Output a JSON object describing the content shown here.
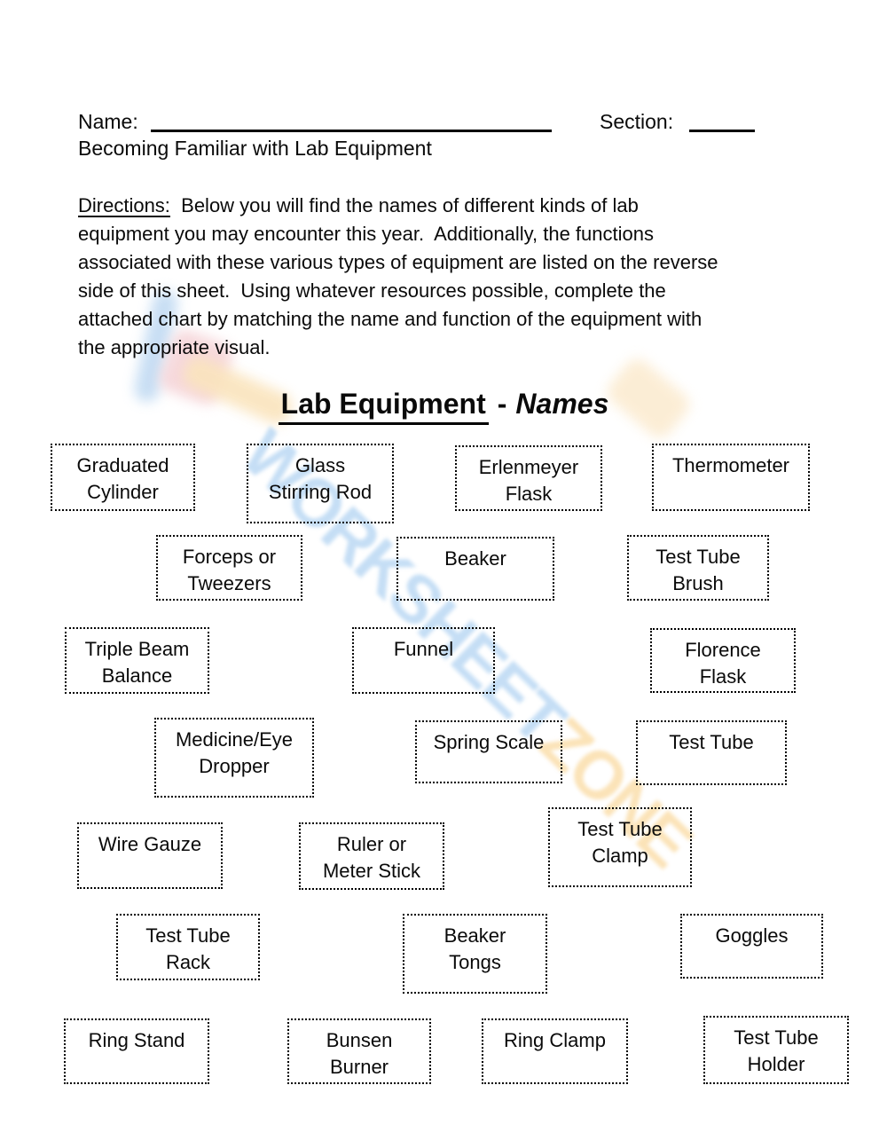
{
  "header": {
    "name_label": "Name:",
    "section_label": "Section:",
    "subtitle": "Becoming Familiar with Lab Equipment"
  },
  "directions": {
    "label": "Directions:",
    "line1": "  Below you will find the names of different kinds of lab",
    "line2": "equipment you may encounter this year.  Additionally, the functions",
    "line3": "associated with these various types of equipment are listed on the reverse",
    "line4": "side of this sheet.  Using whatever resources possible, complete the",
    "line5": "attached chart by matching the name and function of the equipment with",
    "line6": "the appropriate visual."
  },
  "title": {
    "main": "Lab Equipment",
    "separator": "-",
    "accent": "Names"
  },
  "watermark": {
    "text_blue": "WORKSHEET",
    "text_orange": "ZONE",
    "blue_color": "#b7d6f3",
    "orange_color": "#fadeac",
    "logo_blue": "#bad6f1",
    "logo_pink": "#f5d2d6",
    "logo_yellow": "#fae4bd"
  },
  "boxes": [
    {
      "id": "graduated-cylinder",
      "label": "Graduated\nCylinder"
    },
    {
      "id": "glass-stirring-rod",
      "label": "Glass\nStirring Rod"
    },
    {
      "id": "erlenmeyer-flask",
      "label": "Erlenmeyer\nFlask"
    },
    {
      "id": "thermometer",
      "label": "Thermometer"
    },
    {
      "id": "forceps-or-tweezers",
      "label": "Forceps or\nTweezers"
    },
    {
      "id": "beaker",
      "label": "Beaker"
    },
    {
      "id": "test-tube-brush",
      "label": "Test Tube\nBrush"
    },
    {
      "id": "triple-beam-balance",
      "label": "Triple Beam\nBalance"
    },
    {
      "id": "funnel",
      "label": "Funnel"
    },
    {
      "id": "florence-flask",
      "label": "Florence\nFlask"
    },
    {
      "id": "medicine-eye-dropper",
      "label": "Medicine/Eye\nDropper"
    },
    {
      "id": "spring-scale",
      "label": "Spring Scale"
    },
    {
      "id": "test-tube",
      "label": "Test Tube"
    },
    {
      "id": "wire-gauze",
      "label": "Wire Gauze"
    },
    {
      "id": "ruler-or-meter-stick",
      "label": "Ruler or\nMeter Stick"
    },
    {
      "id": "test-tube-clamp",
      "label": "Test Tube\nClamp"
    },
    {
      "id": "test-tube-rack",
      "label": "Test Tube\nRack"
    },
    {
      "id": "beaker-tongs",
      "label": "Beaker\nTongs"
    },
    {
      "id": "goggles",
      "label": "Goggles"
    },
    {
      "id": "ring-stand",
      "label": "Ring Stand"
    },
    {
      "id": "bunsen-burner",
      "label": "Bunsen\nBurner"
    },
    {
      "id": "ring-clamp",
      "label": "Ring Clamp"
    },
    {
      "id": "test-tube-holder",
      "label": "Test Tube\nHolder"
    }
  ]
}
